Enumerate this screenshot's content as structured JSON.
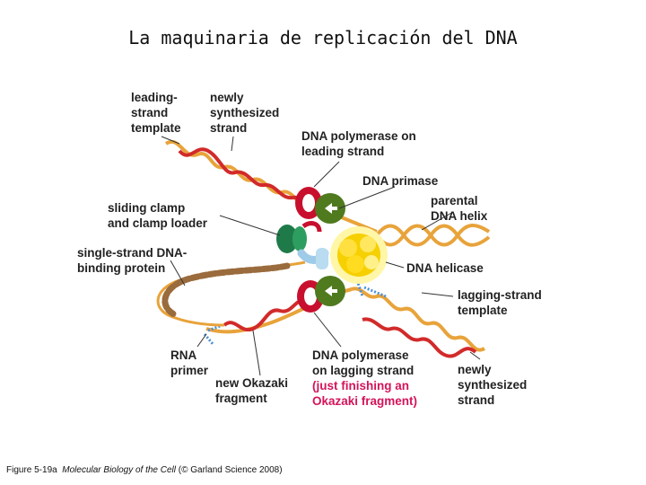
{
  "title": "La maquinaria de replicación del DNA",
  "labels": {
    "leading_strand_template": "leading-\nstrand\ntemplate",
    "newly_synthesized_top": "newly\nsynthesized\nstrand",
    "polymerase_leading": "DNA polymerase on\nleading strand",
    "primase": "DNA primase",
    "parental_helix": "parental\nDNA helix",
    "sliding_clamp": "sliding clamp\nand clamp loader",
    "ssb": "single-strand DNA-\nbinding protein",
    "helicase": "DNA helicase",
    "lagging_template": "lagging-strand\ntemplate",
    "rna_primer": "RNA\nprimer",
    "okazaki": "new Okazaki\nfragment",
    "polymerase_lagging": "DNA polymerase\non lagging strand",
    "polymerase_lagging_note": "(just finishing an\nOkazaki fragment)",
    "newly_synthesized_bottom": "newly\nsynthesized\nstrand"
  },
  "caption": {
    "prefix": "Figure 5-19a  ",
    "book": "Molecular Biology of the Cell",
    "suffix": " (© Garland Science 2008)"
  },
  "colors": {
    "template_strand": "#e8a33a",
    "new_strand": "#d22a2a",
    "ssb_protein": "#9a6b3c",
    "polymerase_red": "#c8102e",
    "primase_green": "#4f7a1e",
    "clamp_loader_green": "#1f7a4a",
    "helicase_yellow": "#f6d000",
    "rna_primer": "#4a90d9"
  }
}
